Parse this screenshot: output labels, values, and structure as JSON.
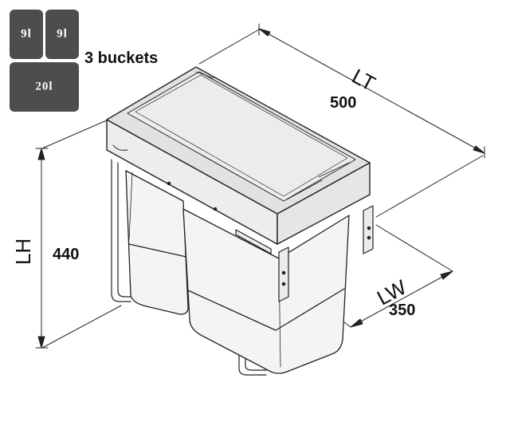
{
  "buckets": {
    "tiles": [
      {
        "label": "9l"
      },
      {
        "label": "9l"
      },
      {
        "label": "20l"
      }
    ],
    "caption": "3 buckets"
  },
  "dimensions": {
    "length_label": "LT",
    "length_value": "500",
    "height_label": "LH",
    "height_value": "440",
    "width_label": "LW",
    "width_value": "350"
  },
  "colors": {
    "tile_fill": "#4d4d4d",
    "tile_text": "#ffffff",
    "line": "#222222",
    "unit_fill": "#f2f2f2",
    "lid_fill": "#e2e2e2"
  }
}
